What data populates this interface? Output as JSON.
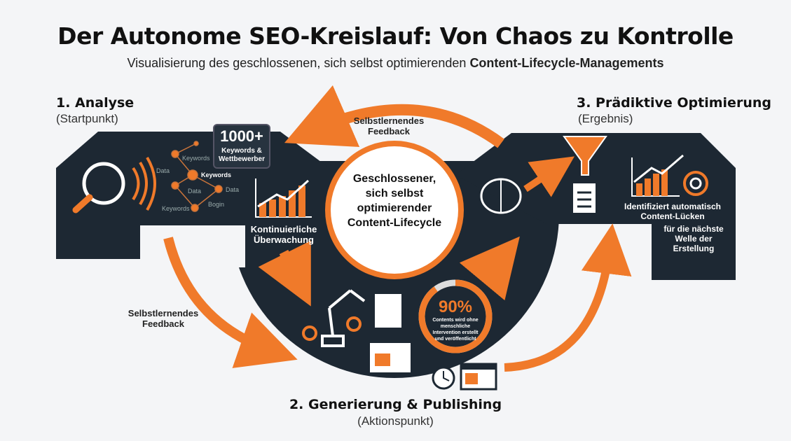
{
  "title": "Der Autonome SEO-Kreislauf: Von Chaos zu Kontrolle",
  "subtitle": {
    "prefix": "Visualisierung des geschlossenen, sich selbst optimierenden ",
    "bold": "Content-Lifecycle-Managements"
  },
  "center": {
    "lines": [
      "Geschlossener,",
      "sich selbst",
      "optimierender",
      "Content-Lifecycle"
    ]
  },
  "feedback_top": {
    "lines": [
      "Selbstlernendes",
      "Feedback"
    ]
  },
  "feedback_left": {
    "lines": [
      "Selbstlernendes",
      "Feedback"
    ]
  },
  "analyse": {
    "heading": "1. Analyse",
    "sub": "(Startpunkt)",
    "counter": "1000+",
    "counter_label": [
      "Keywords &",
      "Wettbewerber"
    ],
    "network_labels": [
      "Keywords",
      "Data",
      "Keywords",
      "Data",
      "Data",
      "Bogin",
      "Keywords"
    ],
    "monitor_label": [
      "Kontinuierliche",
      "Überwachung"
    ]
  },
  "generierung": {
    "heading": "2. Generierung & Publishing",
    "sub": "(Aktionspunkt)",
    "percent": "90%",
    "percent_value": 90,
    "percent_label": [
      "Contents wird ohne",
      "menschliche",
      "Intervention erstellt",
      "und veröffentlicht"
    ]
  },
  "optimierung": {
    "heading": "3. Prädiktive Optimierung",
    "sub": "(Ergebnis)",
    "label1": [
      "Identifiziert automatisch",
      "Content-Lücken"
    ],
    "label2": [
      "für die nächste",
      "Welle der",
      "Erstellung"
    ]
  },
  "colors": {
    "navy": "#1d2833",
    "orange": "#f07a2a",
    "background": "#f4f5f7"
  }
}
